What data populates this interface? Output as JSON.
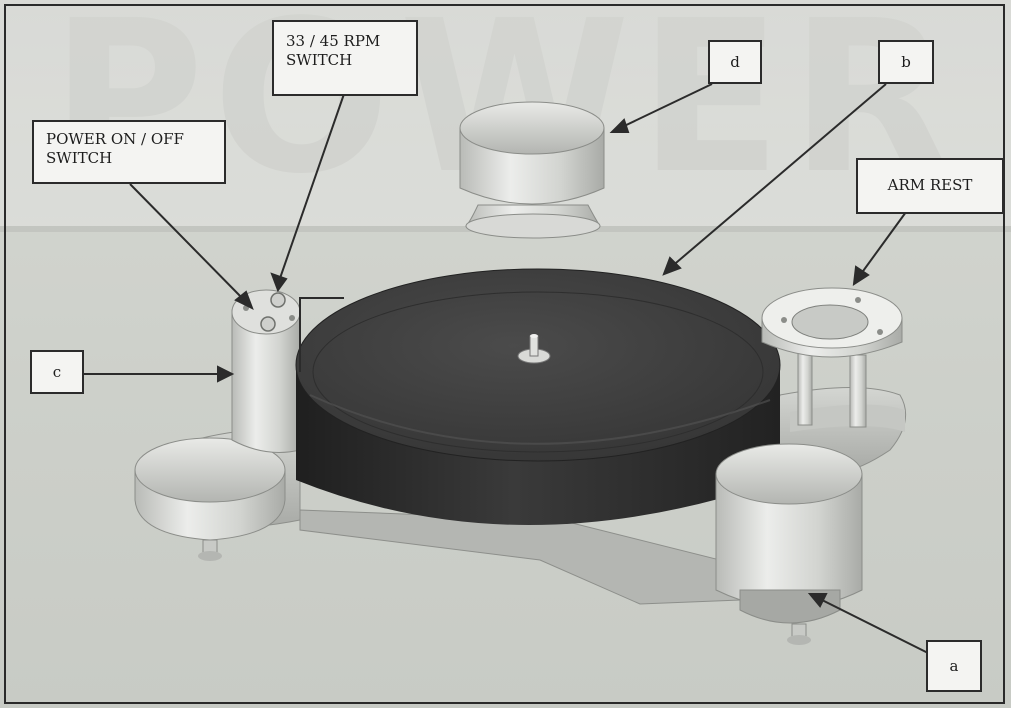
{
  "background_watermark": "POWER",
  "labels": {
    "rpm_switch": "33 / 45  RPM\nSWITCH",
    "power_switch": "POWER  ON / OFF\nSWITCH",
    "arm_rest": "ARM  REST",
    "a": "a",
    "b": "b",
    "c": "c",
    "d": "d"
  },
  "colors": {
    "platter_top": "#3e3e3e",
    "platter_side": "#2c2c2c",
    "metal_light": "#e8e9e6",
    "metal_mid": "#c9cbc7",
    "metal_dark": "#9d9f9b",
    "callout_border": "#2b2b2b"
  }
}
